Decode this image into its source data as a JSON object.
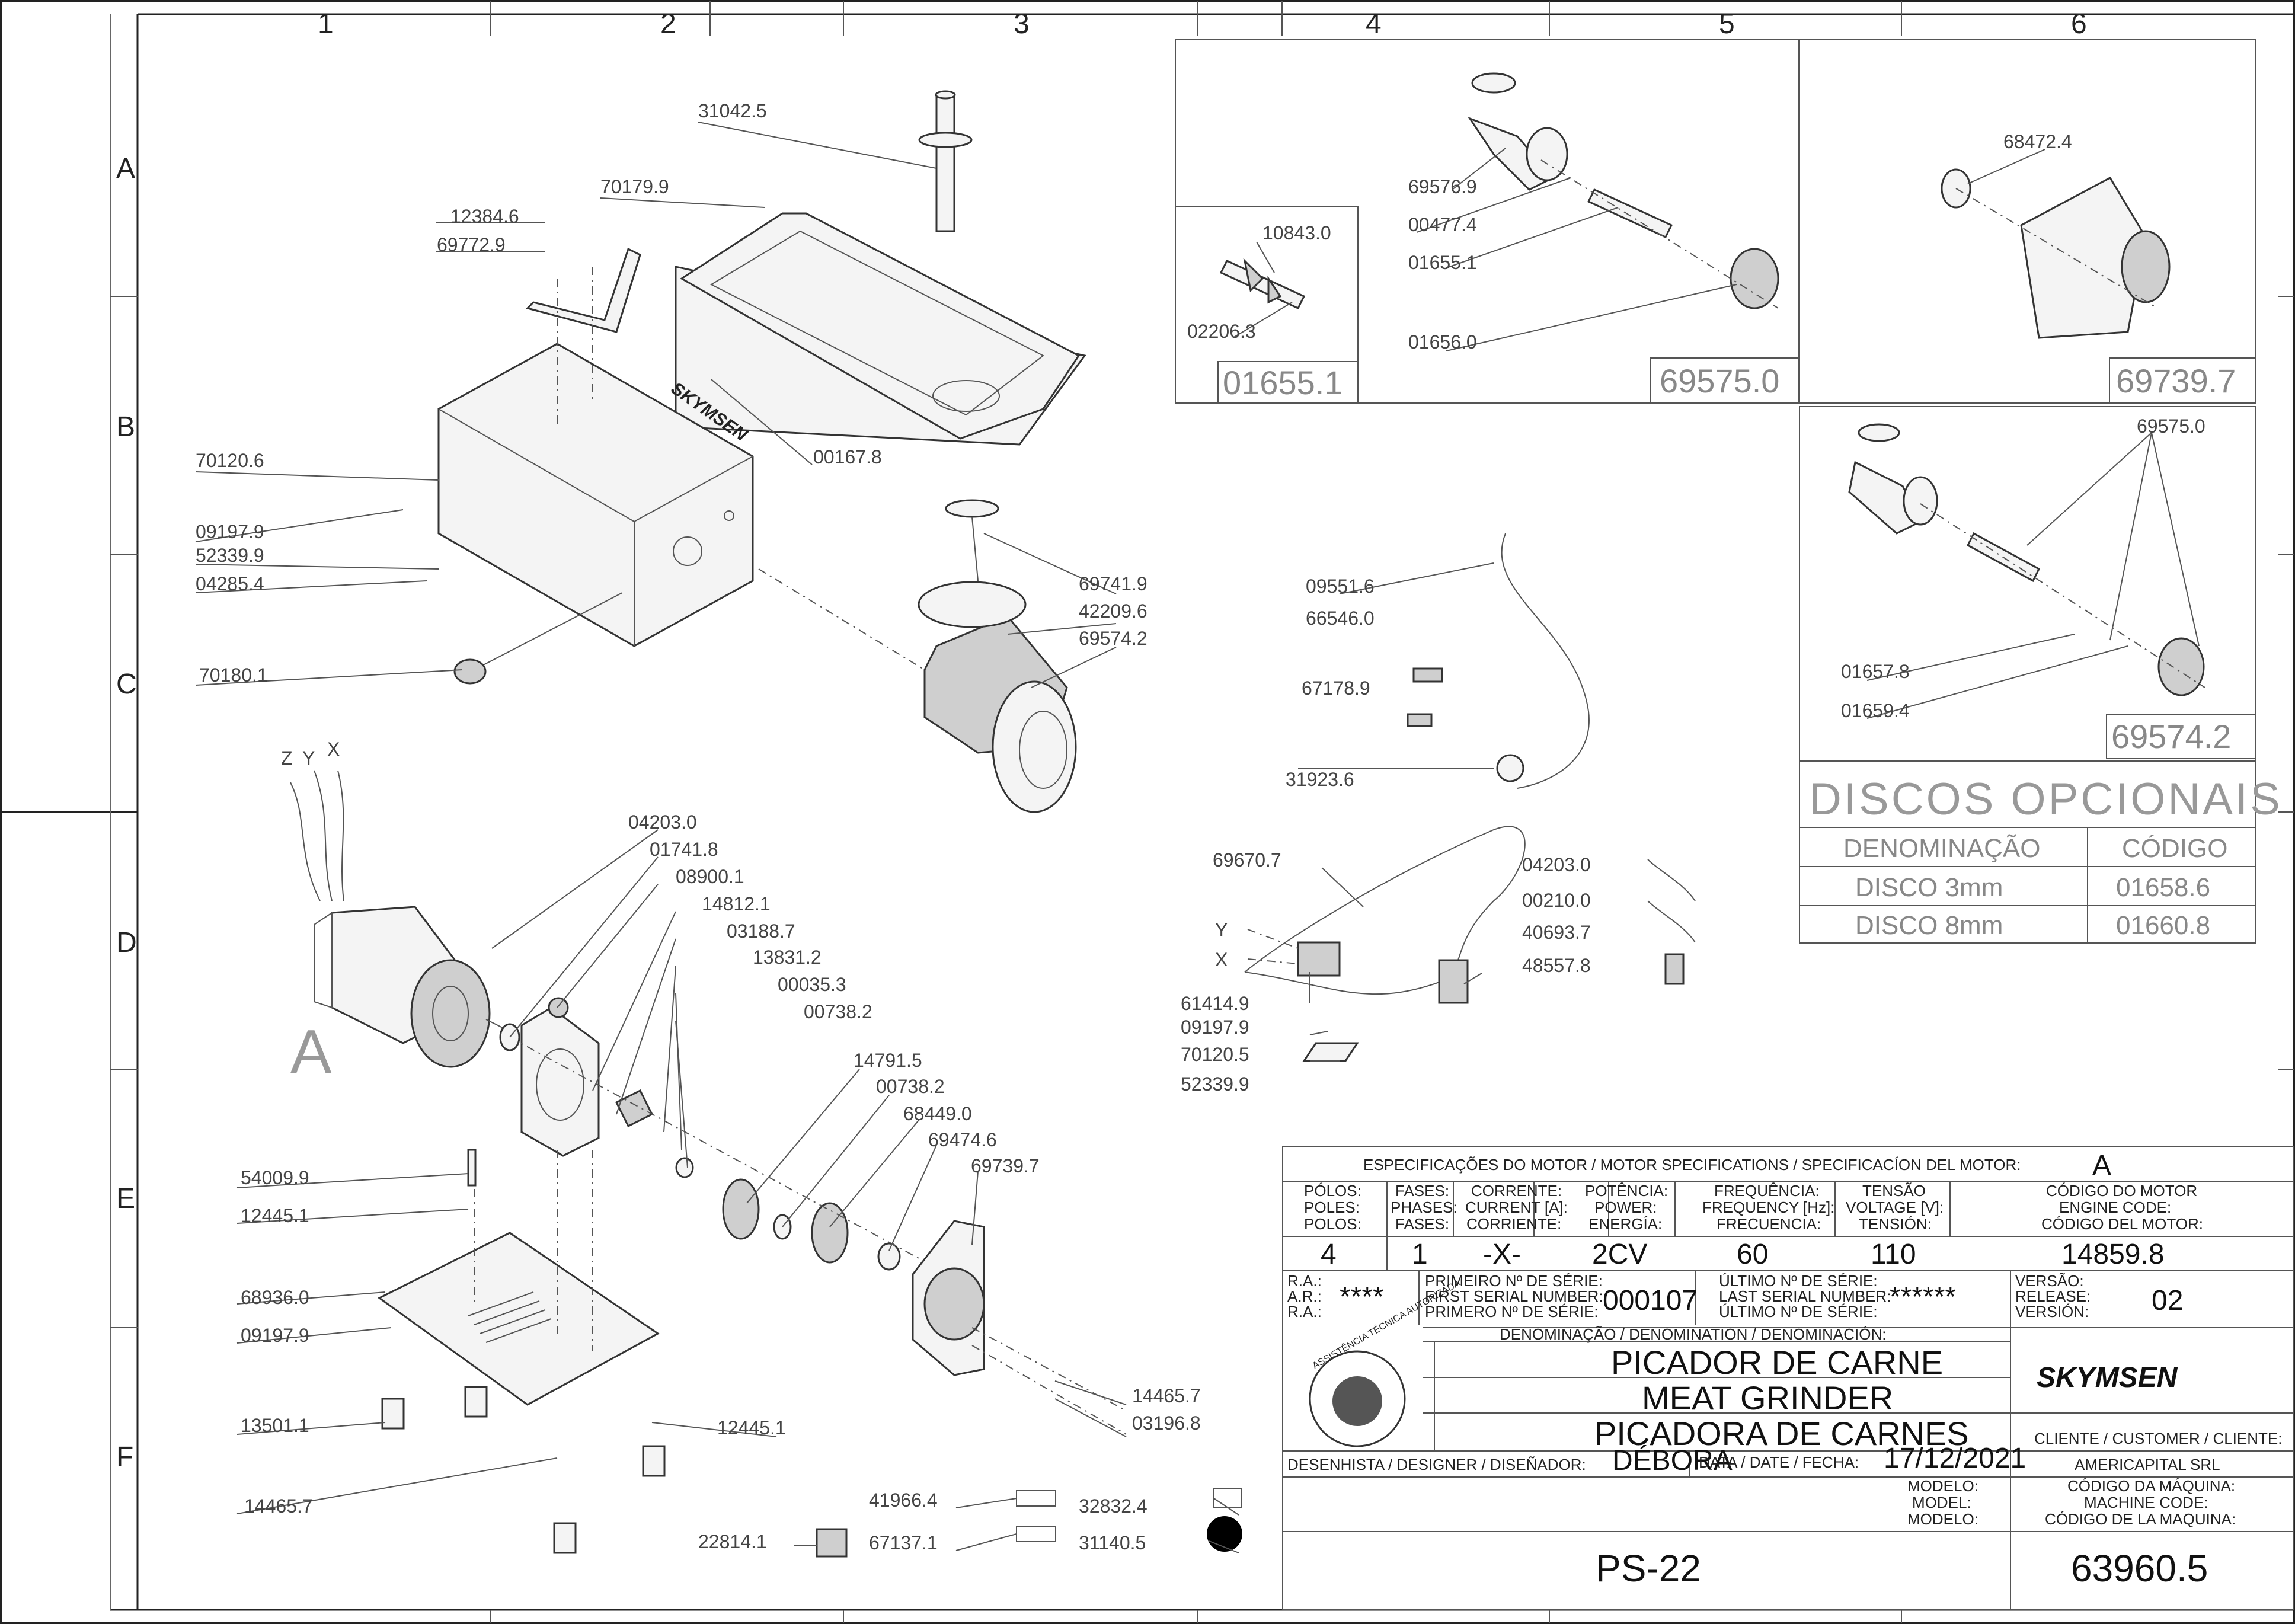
{
  "grid": {
    "columns": [
      "1",
      "2",
      "3",
      "4",
      "5",
      "6"
    ],
    "rows": [
      "A",
      "B",
      "C",
      "D",
      "E",
      "F"
    ]
  },
  "callouts": {
    "c31042": "31042.5",
    "c70179": "70179.9",
    "c12384": "12384.6",
    "c69772": "69772.9",
    "c70120a": "70120.6",
    "c00167": "00167.8",
    "c09197a": "09197.9",
    "c52339a": "52339.9",
    "c04285": "04285.4",
    "c70180": "70180.1",
    "c69741": "69741.9",
    "c42209": "42209.6",
    "c69574a": "69574.2",
    "c04203a": "04203.0",
    "c01741": "01741.8",
    "c08900": "08900.1",
    "c14812": "14812.1",
    "c03188": "03188.7",
    "c13831": "13831.2",
    "c00035": "00035.3",
    "c00738a": "00738.2",
    "c14791": "14791.5",
    "c00738b": "00738.2",
    "c68449": "68449.0",
    "c69474": "69474.6",
    "c69739a": "69739.7",
    "c54009": "54009.9",
    "c12445a": "12445.1",
    "c68936": "68936.0",
    "c09197b": "09197.9",
    "c13501": "13501.1",
    "c12445b": "12445.1",
    "c14465a": "14465.7",
    "c03196": "03196.8",
    "c14465b": "14465.7",
    "c41966": "41966.4",
    "c32832": "32832.4",
    "c22814": "22814.1",
    "c67137": "67137.1",
    "c31140": "31140.5",
    "c10843": "10843.0",
    "c02206": "02206.3",
    "c69576": "69576.9",
    "c00477": "00477.4",
    "c01655b": "01655.1",
    "c01656": "01656.0",
    "c68472": "68472.4",
    "c69575b": "69575.0",
    "c01657": "01657.8",
    "c01659": "01659.4",
    "c09551": "09551.6",
    "c66546": "66546.0",
    "c67178": "67178.9",
    "c31923": "31923.6",
    "c69670": "69670.7",
    "c04203b": "04203.0",
    "c00210": "00210.0",
    "c40693": "40693.7",
    "c48557": "48557.8",
    "c61414": "61414.9",
    "c09197c": "09197.9",
    "c70120b": "70120.5",
    "c52339b": "52339.9",
    "axisZ": "Z",
    "axisY": "Y",
    "axisX": "X",
    "wireY": "Y",
    "wireX": "X",
    "viewA": "A"
  },
  "subassembly_boxes": {
    "box1": "01655.1",
    "box2": "69575.0",
    "box3": "69739.7",
    "box4": "69574.2"
  },
  "optional_discs": {
    "title": "DISCOS OPCIONAIS",
    "header_name": "DENOMINAÇÃO",
    "header_code": "CÓDIGO",
    "rows": [
      {
        "name": "DISCO 3mm",
        "code": "01658.6"
      },
      {
        "name": "DISCO 8mm",
        "code": "01660.8"
      }
    ]
  },
  "title_block": {
    "spec_header": "ESPECIFICAÇÕES DO MOTOR / MOTOR SPECIFICATIONS / SPECIFICACÍON DEL MOTOR:",
    "spec_letter": "A",
    "poles_hdr": [
      "PÓLOS:",
      "POLES:",
      "POLOS:"
    ],
    "phases_hdr": [
      "FASES:",
      "PHASES:",
      "FASES:"
    ],
    "current_hdr": [
      "CORRENTE:",
      "CURRENT [A]:",
      "CORRIENTE:"
    ],
    "power_hdr": [
      "POTÊNCIA:",
      "POWER:",
      "ENERGÍA:"
    ],
    "freq_hdr": [
      "FREQUÊNCIA:",
      "FREQUENCY [Hz]:",
      "FRECUENCIA:"
    ],
    "volt_hdr": [
      "TENSÃO",
      "VOLTAGE [V]:",
      "TENSIÓN:"
    ],
    "code_hdr": [
      "CÓDIGO DO MOTOR",
      "ENGINE CODE:",
      "CÓDIGO DEL MOTOR:"
    ],
    "poles": "4",
    "phases": "1",
    "current": "-X-",
    "power": "2CV",
    "frequency": "60",
    "voltage": "110",
    "motor_code": "14859.8",
    "ra_lbls": [
      "R.A.:",
      "A.R.:",
      "R.A.:"
    ],
    "ra_val": "****",
    "first_lbls": [
      "PRIMEIRO Nº DE SÉRIE:",
      "FIRST SERIAL NUMBER:",
      "PRIMERO Nº DE SÉRIE:"
    ],
    "first_val": "000107",
    "last_lbls": [
      "ÚLTIMO Nº DE SÉRIE:",
      "LAST SERIAL NUMBER:",
      "ÚLTIMO Nº DE SÉRIE:"
    ],
    "last_val": "******",
    "ver_lbls": [
      "VERSÃO:",
      "RELEASE:",
      "VERSIÓN:"
    ],
    "ver_val": "02",
    "denom_hdr": "DENOMINAÇÃO / DENOMINATION / DENOMINACIÓN:",
    "name_pt": "PICADOR DE CARNE",
    "name_en": "MEAT GRINDER",
    "name_es": "PICADORA DE CARNES",
    "brand": "SKYMSEN",
    "seal_text": "ASSISTÊNCIA TÉCNICA AUTORIZADA",
    "client_hdr": "CLIENTE / CUSTOMER / CLIENTE:",
    "client": "AMERICAPITAL SRL",
    "designer_lbl": "DESENHISTA / DESIGNER / DISEÑADOR:",
    "designer": "DÉBORA",
    "date_lbl": "DATA / DATE / FECHA:",
    "date": "17/12/2021",
    "model_lbls": [
      "MODELO:",
      "MODEL:",
      "MODELO:"
    ],
    "model": "PS-22",
    "mcode_lbls": [
      "CÓDIGO DA MÁQUINA:",
      "MACHINE CODE:",
      "CÓDIGO DE LA MAQUINA:"
    ],
    "machine_code": "63960.5"
  },
  "colors": {
    "line": "#333333",
    "text": "#444444",
    "faint": "#888888"
  }
}
